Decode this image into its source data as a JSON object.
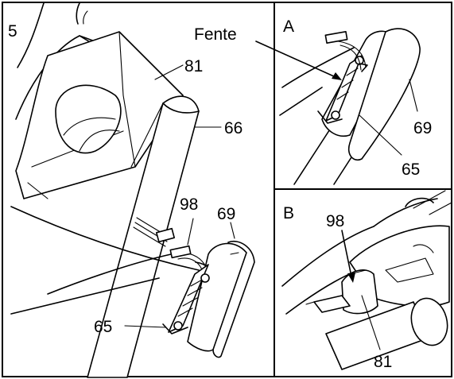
{
  "panels": {
    "main": {
      "step_number": "5",
      "callouts": {
        "c81": "81",
        "c66": "66",
        "c98": "98",
        "c69": "69",
        "c65": "65"
      }
    },
    "a": {
      "title": "A",
      "callouts": {
        "fente": "Fente",
        "c69": "69",
        "c65": "65"
      }
    },
    "b": {
      "title": "B",
      "callouts": {
        "c98": "98",
        "c81": "81"
      }
    }
  }
}
